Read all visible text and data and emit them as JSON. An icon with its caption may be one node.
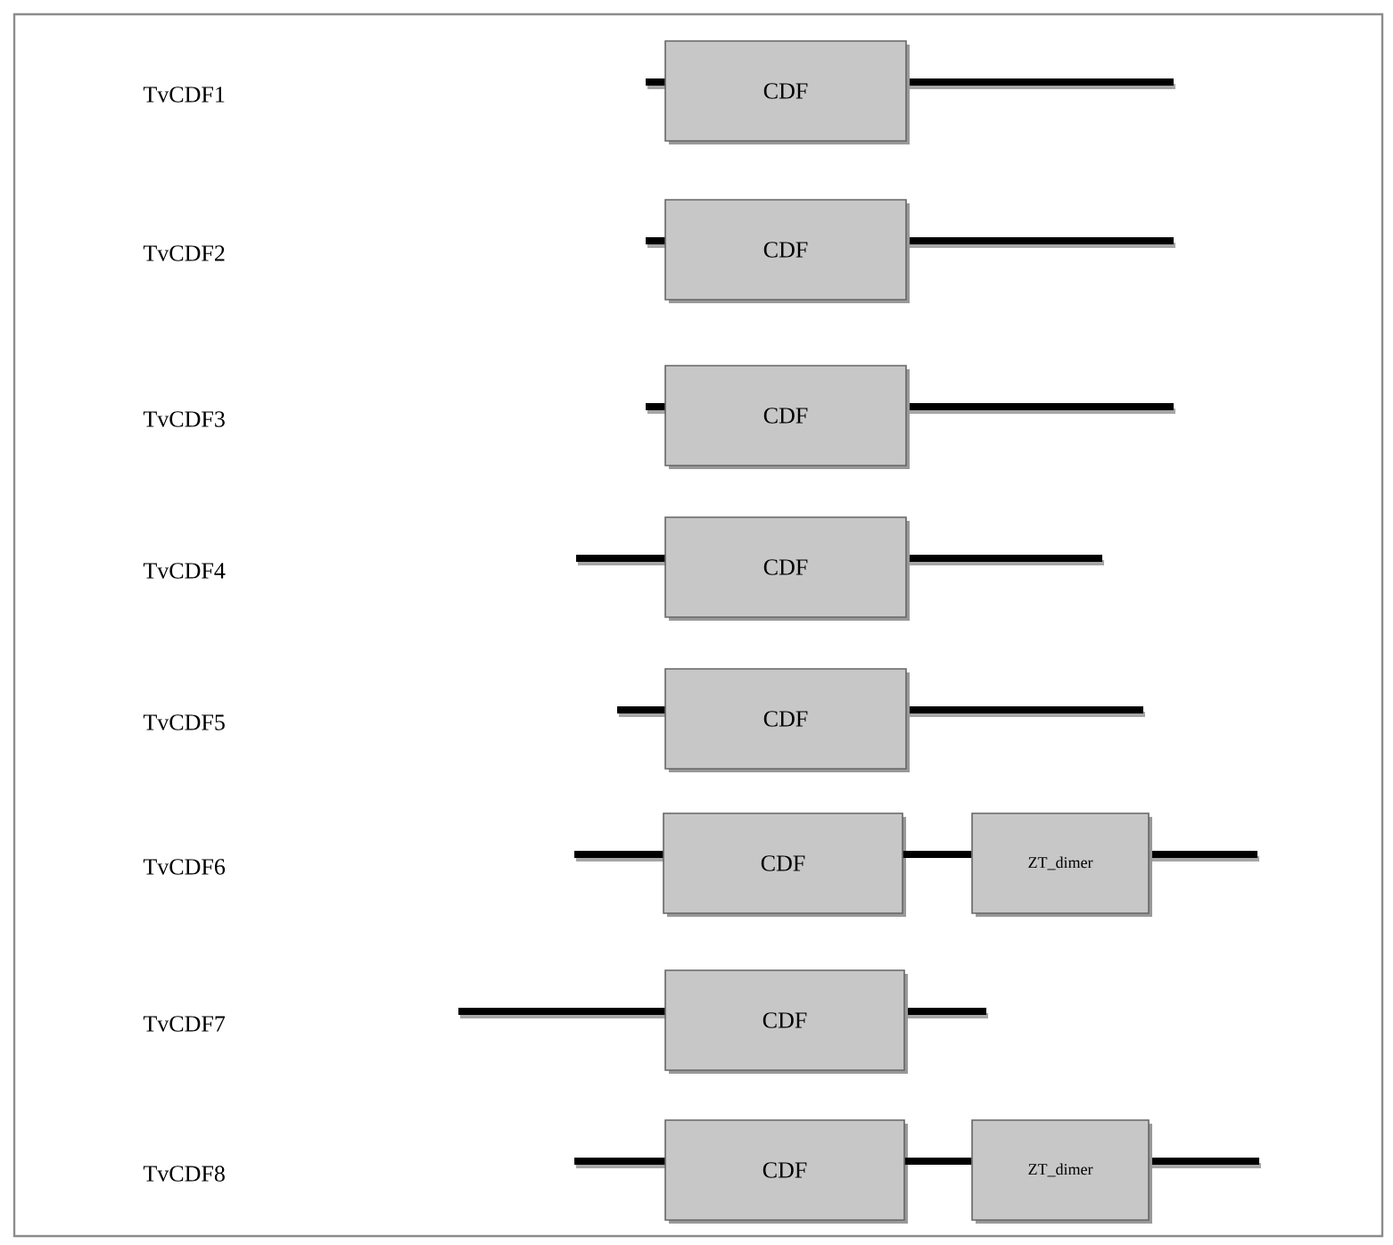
{
  "diagram": {
    "nodes": [
      {
        "text": [
          "CDF"
        ]
      },
      {
        "text": [
          "CDF"
        ]
      },
      {
        "text": [
          "CDF"
        ]
      },
      {
        "text": [
          "CDF"
        ]
      },
      {
        "text": [
          "CDF"
        ]
      },
      {
        "text": [
          "CDF"
        ]
      },
      {
        "text": [
          "ZT_dimer"
        ]
      },
      {
        "text": [
          "CDF"
        ]
      },
      {
        "text": [
          "CDF"
        ]
      },
      {
        "text": [
          "ZT_dimer"
        ]
      }
    ],
    "edges": [
      {
        "from": 5,
        "to": 6,
        "arrow": "none"
      },
      {
        "from": 8,
        "to": 9,
        "arrow": "none"
      }
    ],
    "labels": [
      "TvCDF1",
      "TvCDF2",
      "TvCDF3",
      "TvCDF4",
      "TvCDF5",
      "TvCDF6",
      "TvCDF7",
      "TvCDF8"
    ]
  }
}
